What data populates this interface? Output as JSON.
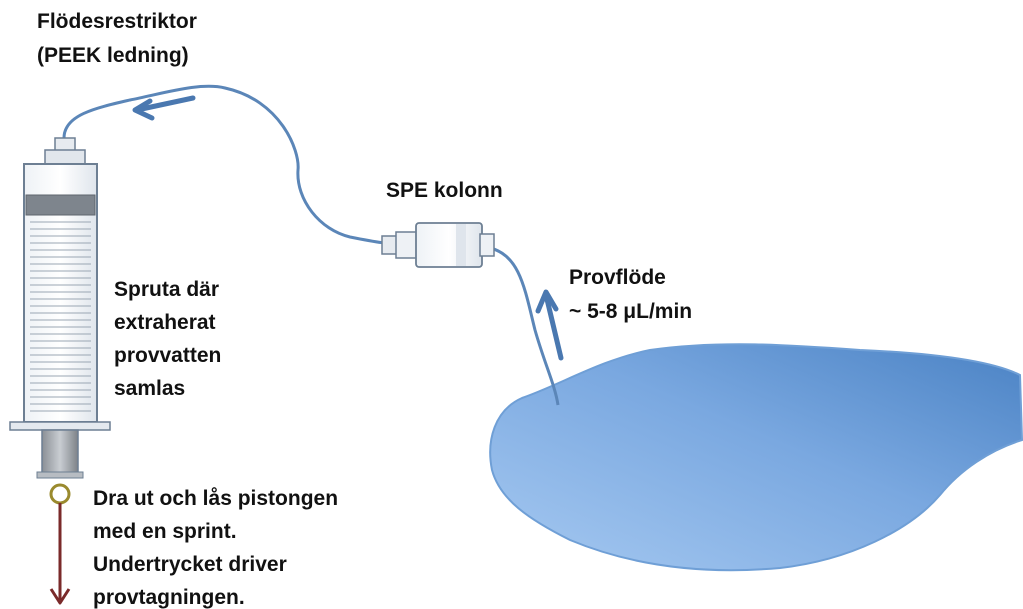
{
  "labels": {
    "restrictor": [
      "Flödesrestriktor",
      "(PEEK ledning)"
    ],
    "spe_column": "SPE kolonn",
    "sample_flow": [
      "Provflöde",
      "~ 5-8 μL/min"
    ],
    "syringe": [
      "Spruta där",
      "extraherat",
      "provvatten",
      "samlas"
    ],
    "piston": [
      "Dra ut och lås pistongen",
      "med en sprint.",
      "Undertrycket driver",
      "provtagningen."
    ]
  },
  "colors": {
    "tubing": "#5b86b8",
    "arrow": "#4a78b0",
    "water_light": "#9cc0ec",
    "water_dark": "#4f88c9",
    "piston_arrow": "#7a2a2a",
    "text": "#111111"
  }
}
